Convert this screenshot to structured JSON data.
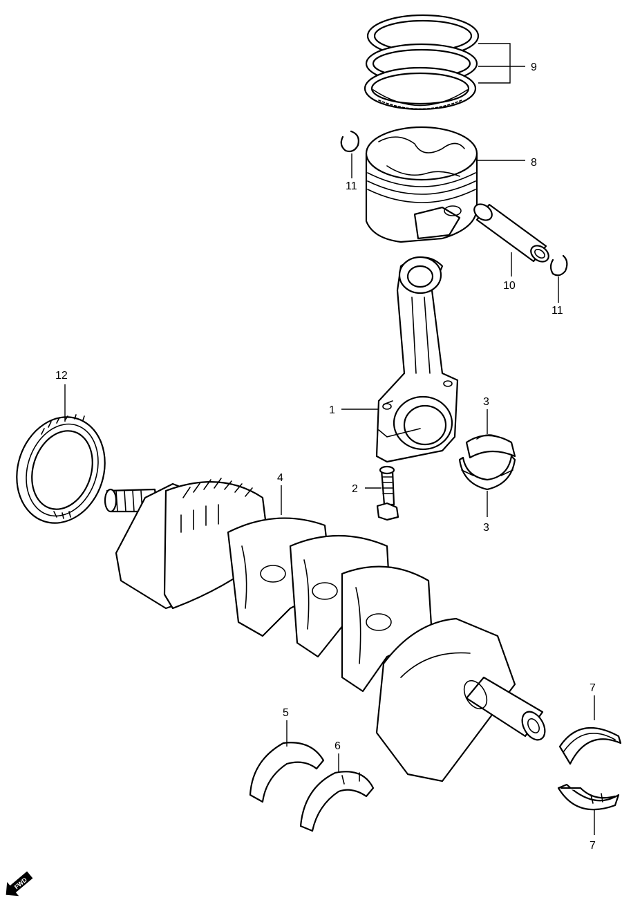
{
  "callouts": {
    "c1": "1",
    "c2": "2",
    "c3a": "3",
    "c3b": "3",
    "c4": "4",
    "c5": "5",
    "c6": "6",
    "c7a": "7",
    "c7b": "7",
    "c8": "8",
    "c9": "9",
    "c10": "10",
    "c11a": "11",
    "c11b": "11",
    "c12": "12"
  },
  "fwd_label": "FWD",
  "colors": {
    "line": "#000000",
    "background": "#ffffff"
  }
}
